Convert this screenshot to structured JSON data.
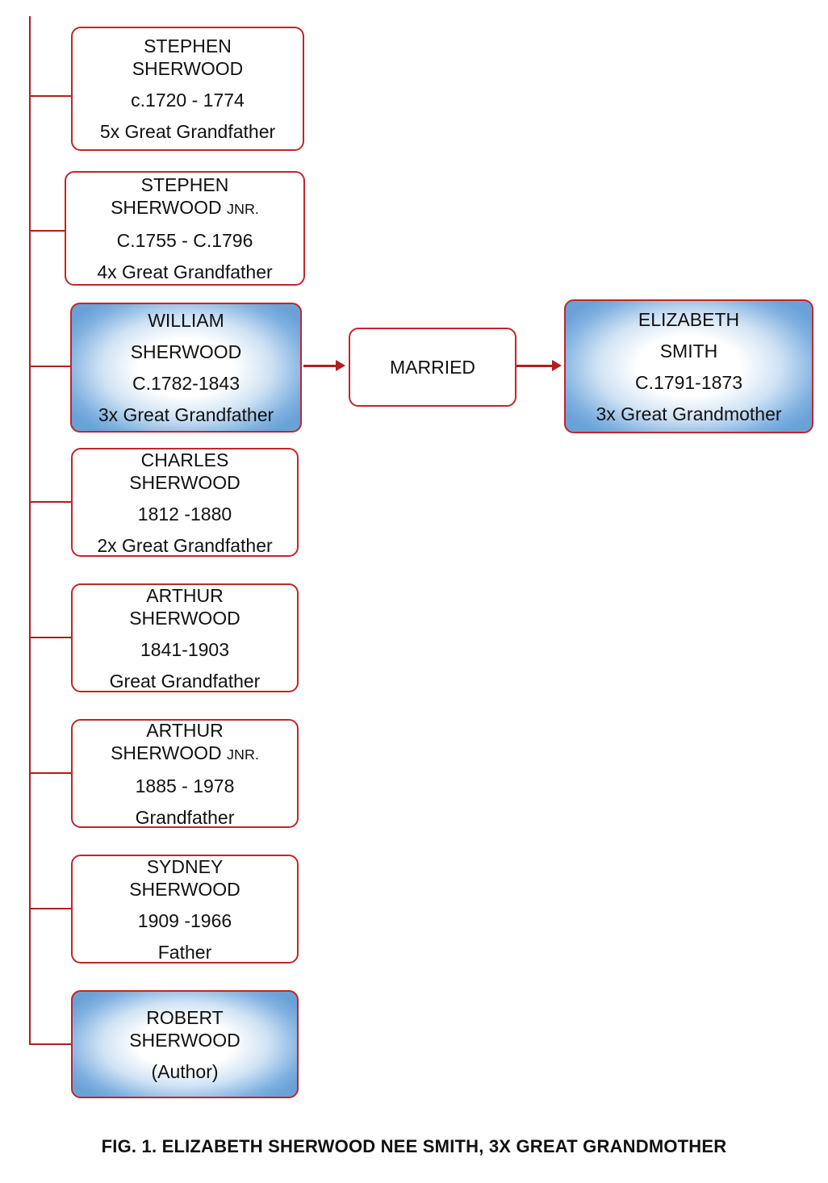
{
  "caption": "FIG. 1. ELIZABETH SHERWOOD NEE SMITH,  3X GREAT GRANDMOTHER",
  "people": [
    {
      "name1": "STEPHEN",
      "name2": "SHERWOOD",
      "suffix": "",
      "dates_prefix": "",
      "dates": "c.1720 - 1774",
      "relation": "5x Great Grandfather"
    },
    {
      "name1": "STEPHEN",
      "name2": "SHERWOOD",
      "suffix": "JNR.",
      "dates_prefix": "",
      "dates": "C.1755 - C.1796",
      "relation": "4x Great Grandfather"
    },
    {
      "name1": "WILLIAM",
      "name2": "SHERWOOD",
      "suffix": "",
      "dates_prefix": "",
      "dates": "C.1782-1843",
      "relation": "3x Great Grandfather"
    },
    {
      "name1": "CHARLES",
      "name2": "SHERWOOD",
      "suffix": "",
      "dates_prefix": "",
      "dates": "1812 -1880",
      "relation": "2x Great Grandfather"
    },
    {
      "name1": "ARTHUR",
      "name2": "SHERWOOD",
      "suffix": "",
      "dates_prefix": "",
      "dates": "1841-1903",
      "relation": "Great Grandfather"
    },
    {
      "name1": "ARTHUR",
      "name2": "SHERWOOD",
      "suffix": "JNR.",
      "dates_prefix": "",
      "dates": "1885 - 1978",
      "relation": "Grandfather"
    },
    {
      "name1": "SYDNEY",
      "name2": "SHERWOOD",
      "suffix": "",
      "dates_prefix": "",
      "dates": "1909 -1966",
      "relation": "Father"
    },
    {
      "name1": "ROBERT",
      "name2": "SHERWOOD",
      "suffix": "",
      "dates_prefix": "",
      "dates": "(Author)",
      "relation": ""
    }
  ],
  "married_label": "MARRIED",
  "spouse": {
    "name1": "ELIZABETH",
    "name2": "SMITH",
    "dates": "C.1791-1873",
    "relation": "3x Great Grandmother"
  },
  "colors": {
    "line": "#b01e1e",
    "border": "#c0262a",
    "highlight": "#6aa2d8"
  }
}
